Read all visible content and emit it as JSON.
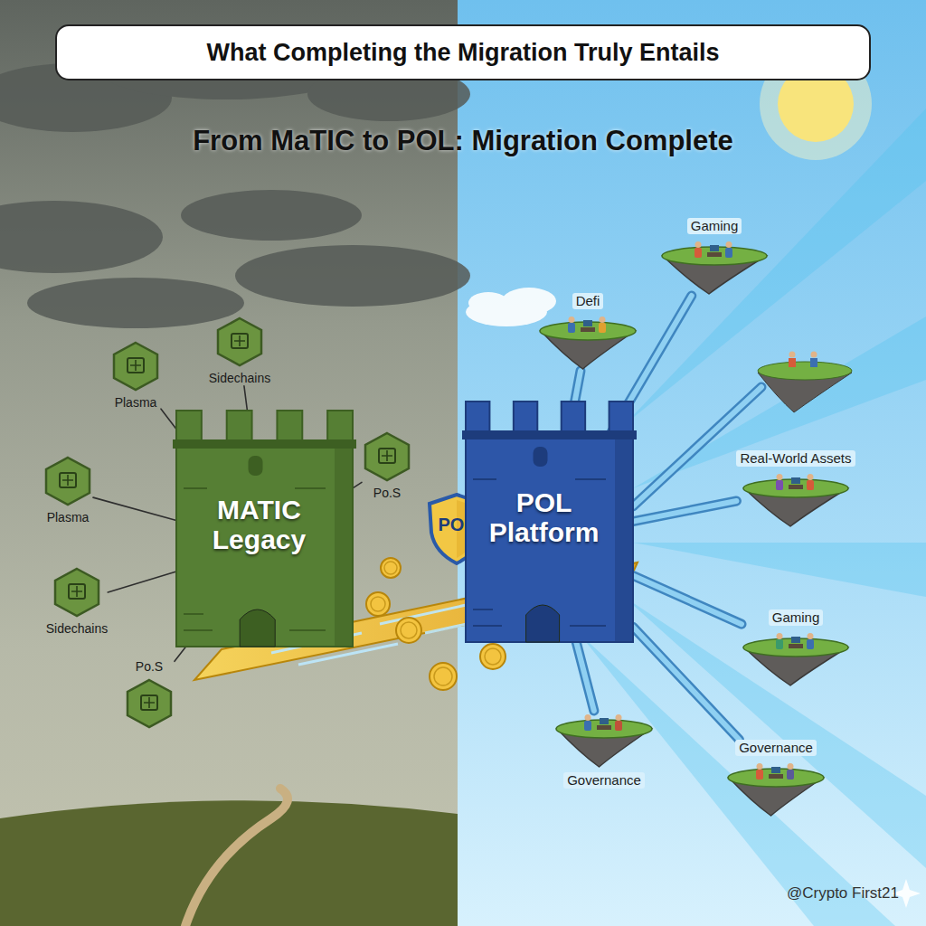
{
  "diagram": {
    "title": "What Completing the Migration Truly Entails",
    "nodes": [
      {
        "text": [
          "MATIC Legacy"
        ]
      },
      {
        "text": [
          "Sidechains"
        ]
      },
      {
        "text": [
          "Plasma"
        ]
      },
      {
        "text": [
          "Po.S"
        ]
      },
      {
        "text": [
          "Plasma"
        ]
      },
      {
        "text": [
          "Sidechains"
        ]
      },
      {
        "text": [
          "Po.S"
        ]
      },
      {
        "text": [
          "POL"
        ]
      },
      {
        "text": [
          "POL Platform"
        ]
      },
      {
        "text": [
          "Gaming"
        ]
      },
      {
        "text": [
          "Defi"
        ]
      },
      {
        "text": [
          "Real-World Assets"
        ]
      },
      {
        "text": [
          "Gaming"
        ]
      },
      {
        "text": [
          "Governance"
        ]
      },
      {
        "text": [
          "Governance"
        ]
      }
    ],
    "edges": [
      {
        "from": 0,
        "to": 1,
        "arrow": "none"
      },
      {
        "from": 0,
        "to": 2,
        "arrow": "none"
      },
      {
        "from": 0,
        "to": 3,
        "arrow": "none"
      },
      {
        "from": 0,
        "to": 4,
        "arrow": "none"
      },
      {
        "from": 0,
        "to": 5,
        "arrow": "none"
      },
      {
        "from": 0,
        "to": 6,
        "arrow": "none"
      },
      {
        "from": 8,
        "to": 9,
        "arrow": "none"
      },
      {
        "from": 8,
        "to": 10,
        "arrow": "none"
      },
      {
        "from": 8,
        "to": 11,
        "arrow": "none"
      },
      {
        "from": 8,
        "to": 12,
        "arrow": "none"
      },
      {
        "from": 8,
        "to": 13,
        "arrow": "none"
      },
      {
        "from": 8,
        "to": 14,
        "arrow": "none"
      }
    ],
    "labels": [
      "From MaTIC to POL: Migration Complete",
      "@Crypto First21"
    ]
  }
}
